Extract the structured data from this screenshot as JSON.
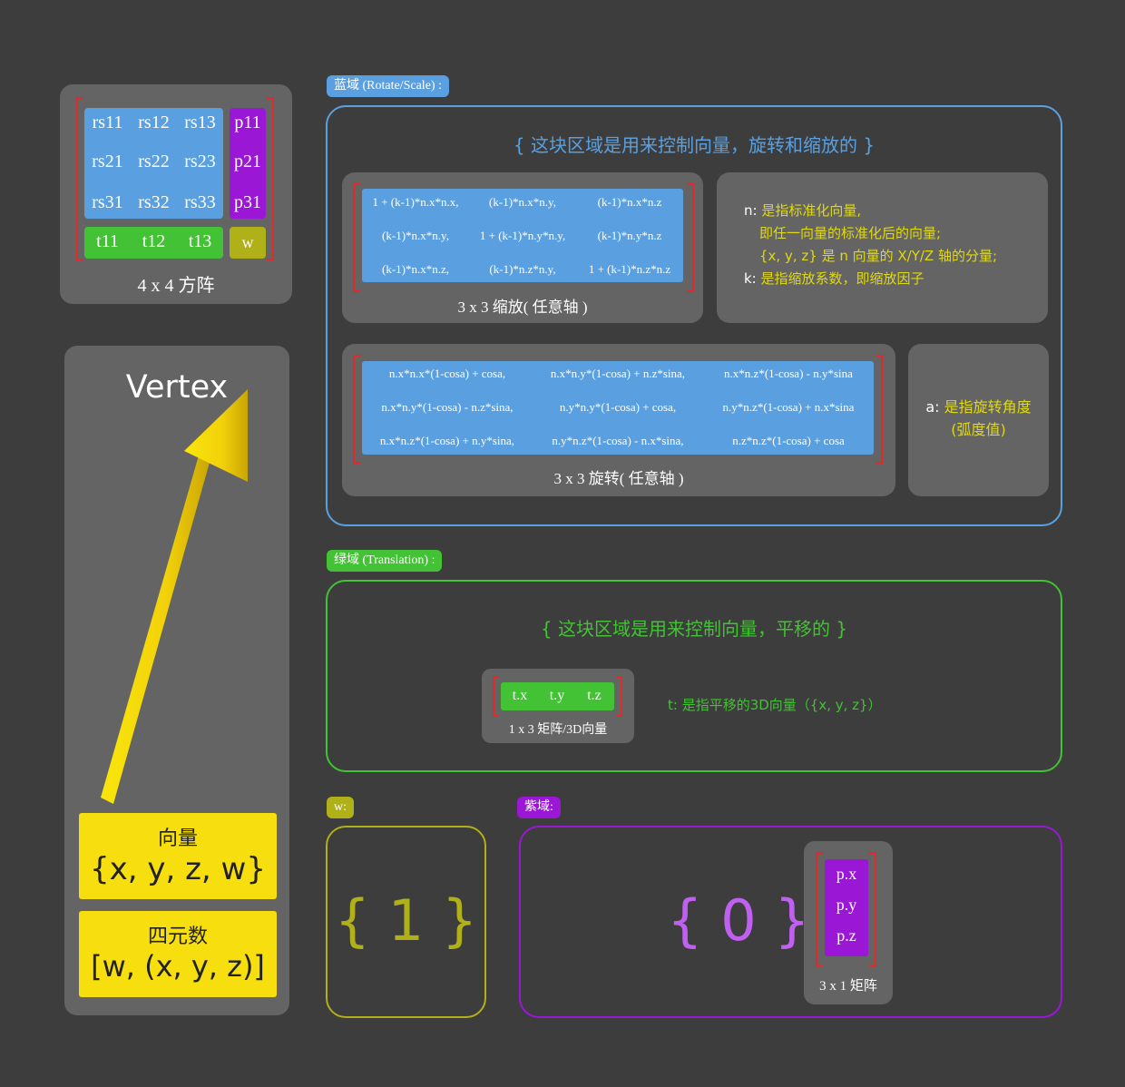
{
  "matrix4x4": {
    "rs": [
      [
        "rs11",
        "rs12",
        "rs13"
      ],
      [
        "rs21",
        "rs22",
        "rs23"
      ],
      [
        "rs31",
        "rs32",
        "rs33"
      ]
    ],
    "p": [
      "p11",
      "p21",
      "p31"
    ],
    "t": [
      "t11",
      "t12",
      "t13"
    ],
    "w": "w",
    "caption": "4 x 4 方阵"
  },
  "vertex": {
    "label": "Vertex",
    "vector_title": "向量",
    "vector_value": "{x, y, z, w}",
    "quat_title": "四元数",
    "quat_value": "[w, (x, y, z)]"
  },
  "blue_domain": {
    "tag": "蓝域 (Rotate/Scale) :",
    "heading": "{ 这块区域是用来控制向量，旋转和缩放的 }",
    "scale_matrix": [
      [
        "1 + (k-1)*n.x*n.x,",
        "(k-1)*n.x*n.y,",
        "(k-1)*n.x*n.z"
      ],
      [
        "(k-1)*n.x*n.y,",
        "1 + (k-1)*n.y*n.y,",
        "(k-1)*n.y*n.z"
      ],
      [
        "(k-1)*n.x*n.z,",
        "(k-1)*n.z*n.y,",
        "1 + (k-1)*n.z*n.z"
      ]
    ],
    "scale_caption": "3 x 3 缩放( 任意轴 )",
    "scale_notes": {
      "n_key": "n:",
      "n_line1": "是指标准化向量,",
      "n_line2": "即任一向量的标准化后的向量;",
      "n_line3_a": "{x, y, z}",
      "n_line3_b": "是 n 向量的 X/Y/Z 轴的分量;",
      "k_key": "k:",
      "k_line": "是指缩放系数，即缩放因子"
    },
    "rotate_matrix": [
      [
        "n.x*n.x*(1-cosa) + cosa,",
        "n.x*n.y*(1-cosa) + n.z*sina,",
        "n.x*n.z*(1-cosa) - n.y*sina"
      ],
      [
        "n.x*n.y*(1-cosa) - n.z*sina,",
        "n.y*n.y*(1-cosa) + cosa,",
        "n.y*n.z*(1-cosa) + n.x*sina"
      ],
      [
        "n.x*n.z*(1-cosa) + n.y*sina,",
        "n.y*n.z*(1-cosa) - n.x*sina,",
        "n.z*n.z*(1-cosa) + cosa"
      ]
    ],
    "rotate_caption": "3 x 3 旋转( 任意轴 )",
    "rotate_note_key": "a:",
    "rotate_note_line1": "是指旋转角度",
    "rotate_note_line2": "(弧度值)"
  },
  "green_domain": {
    "tag": "绿域 (Translation) :",
    "heading": "{ 这块区域是用来控制向量，平移的 }",
    "t": [
      "t.x",
      "t.y",
      "t.z"
    ],
    "caption": "1 x 3 矩阵/3D向量",
    "note": "t: 是指平移的3D向量（{x, y, z}）"
  },
  "w_domain": {
    "tag": "w:",
    "value": "{ 1 }"
  },
  "purple_domain": {
    "tag": "紫域:",
    "value": "{ 0 }",
    "p": [
      "p.x",
      "p.y",
      "p.z"
    ],
    "caption": "3 x 1 矩阵"
  },
  "colors": {
    "background": "#3d3d3d",
    "panel": "#646464",
    "blue": "#5aa0e0",
    "purple": "#9b17d6",
    "green": "#42c234",
    "olive": "#b0b018",
    "yellow": "#f7df0f",
    "bracket": "#e12a2a"
  }
}
